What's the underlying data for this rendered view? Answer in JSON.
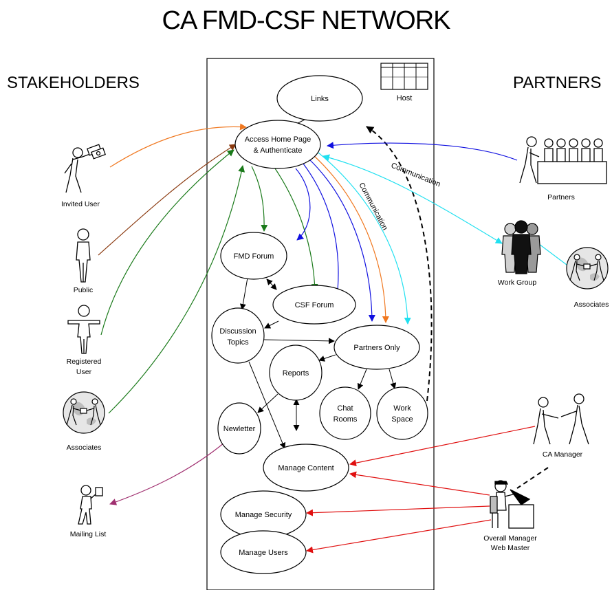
{
  "title": "CA FMD-CSF NETWORK",
  "left_heading": "STAKEHOLDERS",
  "right_heading": "PARTNERS",
  "host_label": "Host",
  "nodes": {
    "links": "Links",
    "home_line1": "Access Home Page",
    "home_line2": "& Authenticate",
    "fmd": "FMD Forum",
    "csf": "CSF Forum",
    "disc_line1": "Discussion",
    "disc_line2": "Topics",
    "partners_only": "Partners Only",
    "reports": "Reports",
    "chat_line1": "Chat",
    "chat_line2": "Rooms",
    "work_line1": "Work",
    "work_line2": "Space",
    "newletter": "Newletter",
    "manage_content": "Manage Content",
    "manage_security": "Manage Security",
    "manage_users": "Manage Users"
  },
  "actors": {
    "invited_user": "Invited User",
    "public": "Public",
    "registered_line1": "Registered",
    "registered_line2": "User",
    "associates_left": "Associates",
    "mailing_list": "Mailing List",
    "partners": "Partners",
    "work_group": "Work Group",
    "associates_right": "Associates",
    "ca_manager": "CA Manager",
    "overall_line1": "Overall Manager",
    "overall_line2": "Web Master"
  },
  "arrow_labels": {
    "communication_1": "Communication",
    "communication_2": "Communication"
  },
  "colors": {
    "orange": "#f07820",
    "brown": "#8b3a10",
    "green": "#1a7a1a",
    "blue": "#1010e0",
    "cyan": "#20e0f0",
    "red": "#e01010",
    "purple": "#a03070",
    "black": "#000000"
  }
}
